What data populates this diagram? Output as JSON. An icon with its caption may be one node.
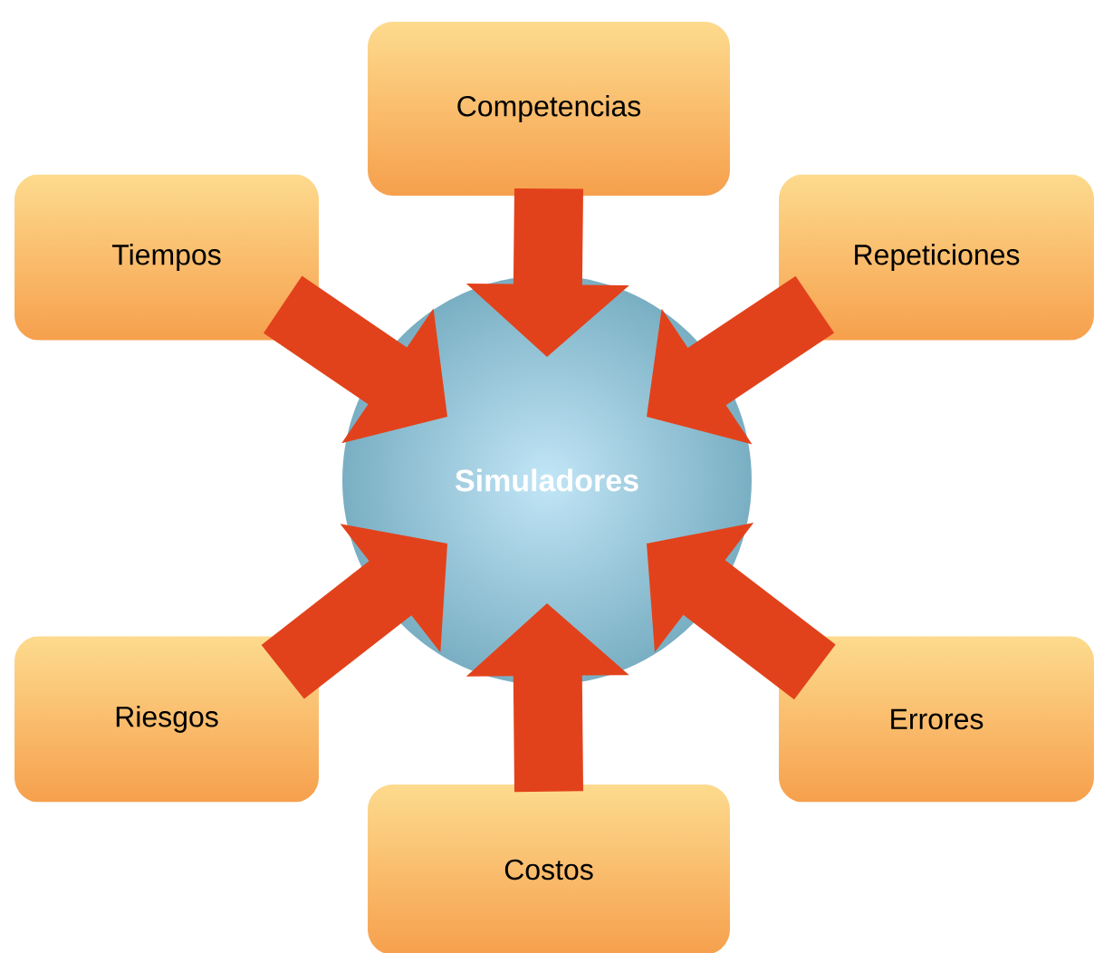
{
  "diagram": {
    "nodes": [
      {
        "text": [
          "Competencias"
        ]
      },
      {
        "text": [
          "Tiempos"
        ]
      },
      {
        "text": [
          "Repeticiones"
        ]
      },
      {
        "text": [
          "Simuladores"
        ]
      },
      {
        "text": [
          "Riesgos"
        ]
      },
      {
        "text": [
          "Errores"
        ]
      },
      {
        "text": [
          "Costos"
        ]
      }
    ],
    "edges": [
      {
        "from": 0,
        "to": 3,
        "arrow": "to"
      },
      {
        "from": 1,
        "to": 3,
        "arrow": "to"
      },
      {
        "from": 2,
        "to": 3,
        "arrow": "to"
      },
      {
        "from": 4,
        "to": 3,
        "arrow": "to"
      },
      {
        "from": 5,
        "to": 3,
        "arrow": "to"
      },
      {
        "from": 6,
        "to": 3,
        "arrow": "to"
      }
    ]
  }
}
